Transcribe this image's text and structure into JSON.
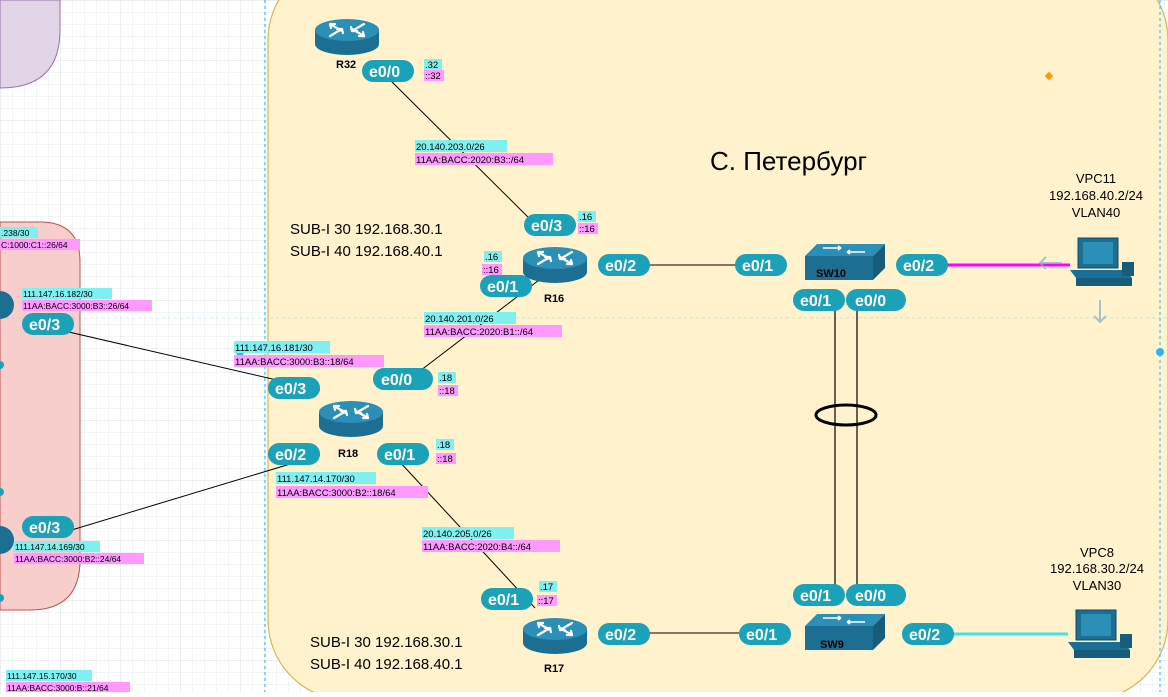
{
  "colors": {
    "region_fill": "#fff2cc",
    "region_stroke": "#d6b656",
    "left_region_fill": "#f8cecc",
    "left_region_stroke": "#b85450",
    "purple_fill": "#e1d5e7",
    "purple_stroke": "#9673a6",
    "interface_pill": "#1ba1b8",
    "ipv4_highlight": "#7ff0f0",
    "ipv6_highlight": "#ff99ff",
    "link_magenta": "#ff00ff",
    "link_cyan": "#3fe3e6",
    "grid": "#e8ecf0"
  },
  "region": {
    "title": "С. Петербург"
  },
  "devices": {
    "R32": "R32",
    "R16": "R16",
    "R18": "R18",
    "R17": "R17",
    "SW10": "SW10",
    "SW9": "SW9"
  },
  "interfaces": {
    "r32_e00": "e0/0",
    "r16_e03": "e0/3",
    "r16_e01": "e0/1",
    "r16_e02": "e0/2",
    "sw10_e01_top": "e0/1",
    "sw10_e02": "e0/2",
    "sw10_e01": "e0/1",
    "sw10_e00": "e0/0",
    "r18_e00": "e0/0",
    "r18_e03": "e0/3",
    "r18_e02": "e0/2",
    "r18_e01": "e0/1",
    "r17_e01": "e0/1",
    "r17_e02": "e0/2",
    "sw9_e01_left": "e0/1",
    "sw9_e01": "e0/1",
    "sw9_e00": "e0/0",
    "sw9_e02": "e0/2",
    "left_e03_top": "e0/3",
    "left_e03_bottom": "e0/3"
  },
  "hosts": {
    "vpc11": {
      "name": "VPC11",
      "ip": "192.168.40.2/24",
      "vlan": "VLAN40"
    },
    "vpc8": {
      "name": "VPC8",
      "ip": "192.168.30.2/24",
      "vlan": "VLAN30"
    }
  },
  "subnets": {
    "r32_r16_v4": "20.140.203.0/26",
    "r32_r16_v6": "11AA:BACC:2020:B3::/64",
    "r16_r18_v4": "20.140.201.0/26",
    "r16_r18_v6": "11AA:BACC:2020:B1::/64",
    "r18_r17_v4": "20.140.205.0/26",
    "r18_r17_v6": "11AA:BACC:2020:B4::/64",
    "r18_e03_v4": "111.147.16.181/30",
    "r18_e03_v6": "11AA:BACC:3000:B3::18/64",
    "r18_e02_v4": "111.147.14.170/30",
    "r18_e02_v6": "11AA:BACC:3000:B2::18/64",
    "left_top_v4": "111.147.16.182/30",
    "left_top_v6": "11AA:BACC:3000:B3::26/64",
    "left_bot_v4": "111.147.14.169/30",
    "left_bot_v6": "11AA:BACC:3000:B2::24/64",
    "left_edge_v4": ".238/30",
    "left_edge_v6": "C:1000:C1::26/64",
    "bottom_v4": "111.147.15.170/30",
    "bottom_v6": "11AA:BACC:3000:B::21/64"
  },
  "host_ids": {
    "r32_v4": ".32",
    "r32_v6": "::32",
    "r16_e03_v4": ".16",
    "r16_e03_v6": "::16",
    "r16_e01_v4": ".16",
    "r16_e01_v6": "::16",
    "r18_e00_v4": ".18",
    "r18_e00_v6": "::18",
    "r18_e01_v4": ".18",
    "r18_e01_v6": "::18",
    "r17_v4": ".17",
    "r17_v6": "::17"
  },
  "subif": {
    "top_30": "SUB-I 30 192.168.30.1",
    "top_40": "SUB-I 40 192.168.40.1",
    "bottom_30": "SUB-I 30 192.168.30.1",
    "bottom_40": "SUB-I 40 192.168.40.1"
  }
}
